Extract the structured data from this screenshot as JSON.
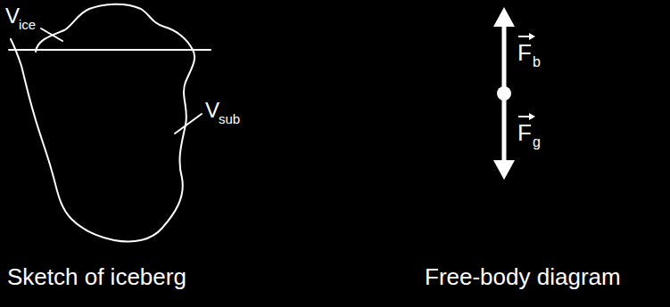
{
  "diagram": {
    "labels": [
      "V",
      "ice",
      "V",
      "sub",
      "F",
      "b",
      "F",
      "g",
      "Sketch of iceberg",
      "Free-body diagram"
    ]
  }
}
